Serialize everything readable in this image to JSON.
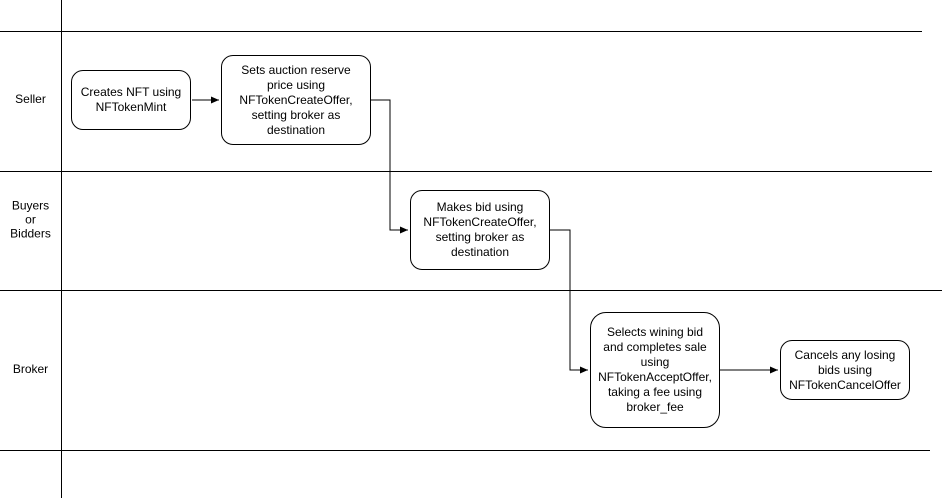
{
  "diagram": {
    "type": "swimlane-flowchart",
    "colors": {
      "background": "#ffffff",
      "stroke": "#000000",
      "text": "#000000"
    },
    "lanes": [
      {
        "id": "seller",
        "label": "Seller"
      },
      {
        "id": "buyers-or-bidders",
        "label": "Buyers\nor\nBidders"
      },
      {
        "id": "broker",
        "label": "Broker"
      }
    ],
    "nodes": [
      {
        "id": "creates-nft",
        "lane": "Seller",
        "text": "Creates NFT using\nNFTokenMint"
      },
      {
        "id": "sets-reserve",
        "lane": "Seller",
        "text": "Sets auction reserve\nprice using\nNFTokenCreateOffer,\nsetting broker as\ndestination"
      },
      {
        "id": "makes-bid",
        "lane": "Buyers or Bidders",
        "text": "Makes bid using\nNFTokenCreateOffer,\nsetting broker as\ndestination"
      },
      {
        "id": "selects-winning-bid",
        "lane": "Broker",
        "text": "Selects wining bid\nand completes sale\nusing\nNFTokenAcceptOffer,\ntaking a fee using\nbroker_fee"
      },
      {
        "id": "cancels-losing-bids",
        "lane": "Broker",
        "text": "Cancels any losing\nbids using\nNFTokenCancelOffer"
      }
    ],
    "connectors": [
      {
        "from": "creates-nft",
        "to": "sets-reserve"
      },
      {
        "from": "sets-reserve",
        "to": "makes-bid"
      },
      {
        "from": "makes-bid",
        "to": "selects-winning-bid"
      },
      {
        "from": "selects-winning-bid",
        "to": "cancels-losing-bids"
      }
    ]
  }
}
